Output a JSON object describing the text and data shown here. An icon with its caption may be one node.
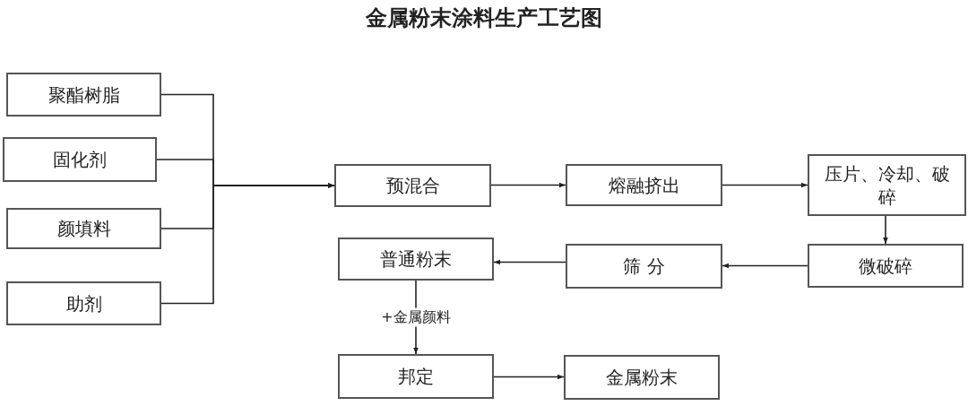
{
  "diagram": {
    "title": "金属粉末涂料生产工艺图",
    "nodes": [
      {
        "text": [
          "聚酯树脂"
        ]
      },
      {
        "text": [
          "固化剂"
        ]
      },
      {
        "text": [
          "颜填料"
        ]
      },
      {
        "text": [
          "助剂"
        ]
      },
      {
        "text": [
          "预混合"
        ]
      },
      {
        "text": [
          "熔融挤出"
        ]
      },
      {
        "text": [
          "压片、冷却、破碎"
        ]
      },
      {
        "text": [
          "普通粉末"
        ]
      },
      {
        "text": [
          "筛 分"
        ]
      },
      {
        "text": [
          "微破碎"
        ]
      },
      {
        "text": [
          "邦定"
        ]
      },
      {
        "text": [
          "金属粉末"
        ]
      }
    ],
    "edges": [
      {
        "from": 0,
        "to": 4,
        "arrow": "to"
      },
      {
        "from": 1,
        "to": 4,
        "arrow": "to"
      },
      {
        "from": 2,
        "to": 4,
        "arrow": "to"
      },
      {
        "from": 3,
        "to": 4,
        "arrow": "to"
      },
      {
        "from": 4,
        "to": 5,
        "arrow": "to"
      },
      {
        "from": 5,
        "to": 6,
        "arrow": "to"
      },
      {
        "from": 6,
        "to": 9,
        "arrow": "to"
      },
      {
        "from": 9,
        "to": 8,
        "arrow": "to"
      },
      {
        "from": 8,
        "to": 7,
        "arrow": "to"
      },
      {
        "from": 7,
        "to": 10,
        "arrow": "to",
        "label": "+金属颜料"
      },
      {
        "from": 10,
        "to": 11,
        "arrow": "to"
      }
    ]
  }
}
